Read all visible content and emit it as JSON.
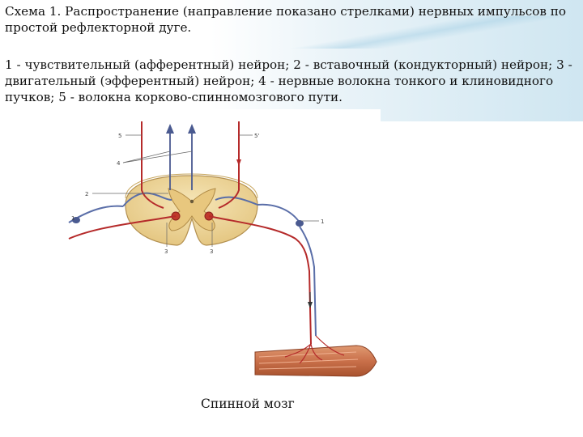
{
  "slide": {
    "title": "Схема 1. Распространение (направление показано стрелками) нервных импульсов по простой рефлекторной дуге.",
    "legend": "1 - чувствительный (афферентный) нейрон; 2 - вставочный (кондукторный) нейрон; 3 - двигательный (эфферентный) нейрон; 4 - нервные волокна тонкого и клиновидного пучков; 5 - волокна корково-спинномозгового пути.",
    "caption": "Спинной мозг"
  },
  "diagram": {
    "labels": {
      "l5": "5",
      "l5r": "5'",
      "l4": "4",
      "l2": "2",
      "l1": "1",
      "l1r": "1",
      "l3a": "3",
      "l3b": "3"
    }
  },
  "colors": {
    "sensory": "#5a6ea8",
    "motor": "#b52a2a",
    "cord_white": "#f0dca6",
    "cord_grey": "#e8c77e",
    "muscle": "#c9704a"
  }
}
